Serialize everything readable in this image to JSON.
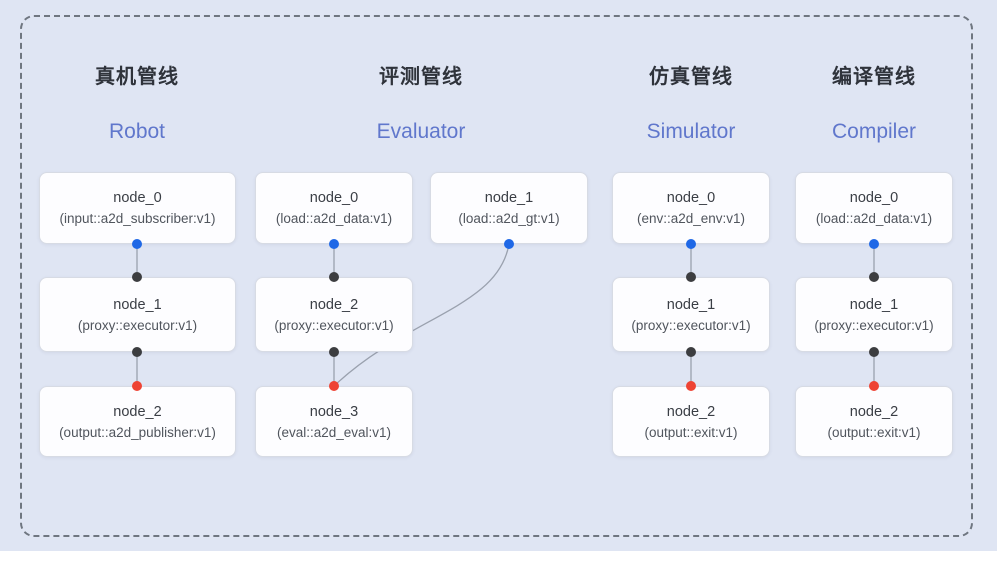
{
  "diagram": {
    "kind": "pipeline-node-graph",
    "colors": {
      "canvas_bg": "#dfe5f3",
      "frame_dash": "#6f7680",
      "node_bg": "#fdfdff",
      "node_border": "#d7dbe4",
      "edge_line": "#9aa1ae",
      "input_port": "#1f68e6",
      "proxy_port": "#3c3d40",
      "output_port": "#ee4334",
      "title_en_color": "#6077cc"
    }
  },
  "pipelines": [
    {
      "id": "robot",
      "title_zh": "真机管线",
      "title_en": "Robot",
      "nodes": [
        {
          "name": "node_0",
          "type": "(input::a2d_subscriber:v1)",
          "ports": [
            "bottom:blue"
          ]
        },
        {
          "name": "node_1",
          "type": "(proxy::executor:v1)",
          "ports": [
            "top:black",
            "bottom:black"
          ]
        },
        {
          "name": "node_2",
          "type": "(output::a2d_publisher:v1)",
          "ports": [
            "top:red"
          ]
        }
      ],
      "edges": [
        "node_0->node_1",
        "node_1->node_2"
      ]
    },
    {
      "id": "evaluator",
      "title_zh": "评测管线",
      "title_en": "Evaluator",
      "nodes": [
        {
          "name": "node_0",
          "type": "(load::a2d_data:v1)",
          "ports": [
            "bottom:blue"
          ]
        },
        {
          "name": "node_1",
          "type": "(load::a2d_gt:v1)",
          "ports": [
            "bottom:blue"
          ]
        },
        {
          "name": "node_2",
          "type": "(proxy::executor:v1)",
          "ports": [
            "top:black",
            "bottom:black"
          ]
        },
        {
          "name": "node_3",
          "type": "(eval::a2d_eval:v1)",
          "ports": [
            "top:red"
          ]
        }
      ],
      "edges": [
        "node_0->node_2",
        "node_2->node_3",
        "node_1->node_3"
      ]
    },
    {
      "id": "simulator",
      "title_zh": "仿真管线",
      "title_en": "Simulator",
      "nodes": [
        {
          "name": "node_0",
          "type": "(env::a2d_env:v1)",
          "ports": [
            "bottom:blue"
          ]
        },
        {
          "name": "node_1",
          "type": "(proxy::executor:v1)",
          "ports": [
            "top:black",
            "bottom:black"
          ]
        },
        {
          "name": "node_2",
          "type": "(output::exit:v1)",
          "ports": [
            "top:red"
          ]
        }
      ],
      "edges": [
        "node_0->node_1",
        "node_1->node_2"
      ]
    },
    {
      "id": "compiler",
      "title_zh": "编译管线",
      "title_en": "Compiler",
      "nodes": [
        {
          "name": "node_0",
          "type": "(load::a2d_data:v1)",
          "ports": [
            "bottom:blue"
          ]
        },
        {
          "name": "node_1",
          "type": "(proxy::executor:v1)",
          "ports": [
            "top:black",
            "bottom:black"
          ]
        },
        {
          "name": "node_2",
          "type": "(output::exit:v1)",
          "ports": [
            "top:red"
          ]
        }
      ],
      "edges": [
        "node_0->node_1",
        "node_1->node_2"
      ]
    }
  ]
}
